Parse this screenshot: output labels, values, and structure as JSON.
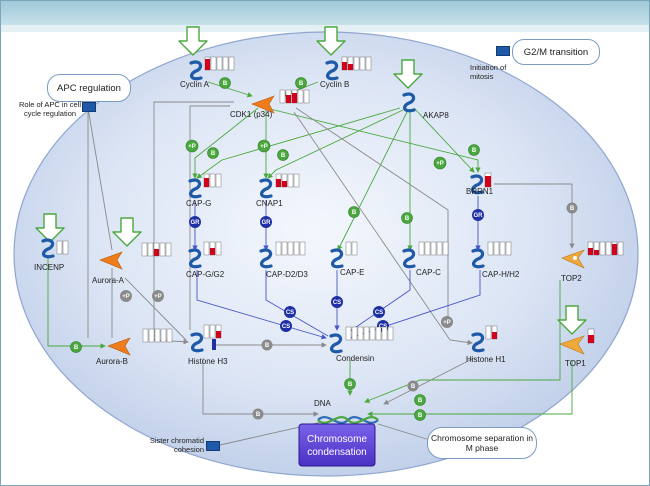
{
  "header": {
    "processes": {
      "apc_regulation": "APC regulation",
      "role_of_apc": "Role of APC in cell cycle regulation",
      "g2m_transition": "G2/M transition",
      "initiation_of_mitosis": "Initiation of mitosis",
      "sister_chromatid": "Sister chromatid cohesion",
      "chromosome_separation": "Chromosome separation in M phase"
    }
  },
  "nodes": {
    "cyclin_a": "Cyclin A",
    "cyclin_b": "Cyclin B",
    "cdk1": "CDK1 (p34)",
    "akap8": "AKAP8",
    "cap_g": "CAP-G",
    "cnap1": "CNAP1",
    "brrn1": "BRRN1",
    "incenp": "INCENP",
    "aurora_a": "Aurora-A",
    "cap_g2": "CAP-G/G2",
    "cap_d2": "CAP-D2/D3",
    "cap_e": "CAP-E",
    "cap_c": "CAP-C",
    "cap_h": "CAP-H/H2",
    "top2": "TOP2",
    "aurora_b": "Aurora-B",
    "histone_h3": "Histone H3",
    "condensin": "Condensin",
    "histone_h1": "Histone H1",
    "top1": "TOP1",
    "dna": "DNA"
  },
  "output": {
    "label": "Chromosome condensation"
  },
  "links": {
    "b": "B",
    "p": "+P",
    "gr": "GR",
    "cs": "CS"
  },
  "colors": {
    "cell": "#cfdbef",
    "activation": "#4aa83e",
    "binding_grey": "#7d7d7d",
    "complex_blue": "#1f2fa5",
    "output_purple": "#5a3fd0",
    "ligand_orange": "#ee7c1a"
  }
}
